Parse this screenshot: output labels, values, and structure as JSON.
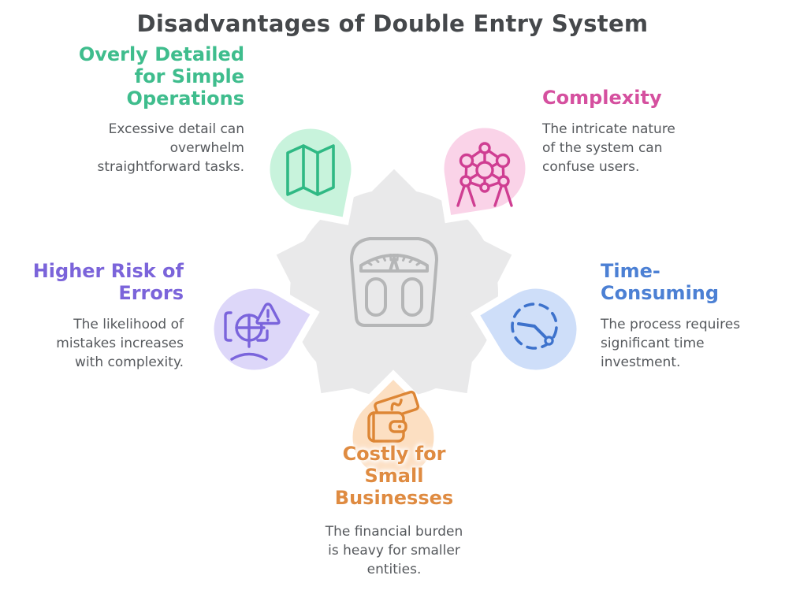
{
  "title": "Disadvantages of Double Entry System",
  "colors": {
    "title_text": "#45484b",
    "body_text": "#56595d",
    "background": "#ffffff",
    "petal_outline": "#ffffff"
  },
  "center": {
    "icon": "weighing-scale-icon",
    "flower_color": "#e9e9ea",
    "icon_color": "#b5b6b7"
  },
  "sections": [
    {
      "id": "overly-detailed",
      "title": "Overly Detailed\nfor Simple\nOperations",
      "body": "Excessive detail can\noverwhelm\nstraightforward tasks.",
      "accent": "#3fbd8d",
      "petal_color": "#c8f3dc",
      "icon": "map-icon",
      "icon_color": "#2fb984"
    },
    {
      "id": "complexity",
      "title": "Complexity",
      "body": "The intricate nature\nof the system can\nconfuse users.",
      "accent": "#d5509f",
      "petal_color": "#fad3e8",
      "icon": "network-structure-icon",
      "icon_color": "#cf3e92"
    },
    {
      "id": "higher-risk-of-errors",
      "title": "Higher Risk of\nErrors",
      "body": "The likelihood of\nmistakes increases\nwith complexity.",
      "accent": "#7b64da",
      "petal_color": "#ddd7f9",
      "icon": "error-warning-icon",
      "icon_color": "#7a64dc"
    },
    {
      "id": "time-consuming",
      "title": "Time-\nConsuming",
      "body": "The process requires\nsignificant time\ninvestment.",
      "accent": "#4c80d4",
      "petal_color": "#cedef9",
      "icon": "clock-icon",
      "icon_color": "#3d72cc"
    },
    {
      "id": "costly-for-small-businesses",
      "title": "Costly for\nSmall\nBusinesses",
      "body": "The financial burden\nis heavy for smaller\nentities.",
      "accent": "#df8b41",
      "petal_color": "#fcdfc2",
      "icon": "wallet-money-icon",
      "icon_color": "#dd8635"
    }
  ]
}
